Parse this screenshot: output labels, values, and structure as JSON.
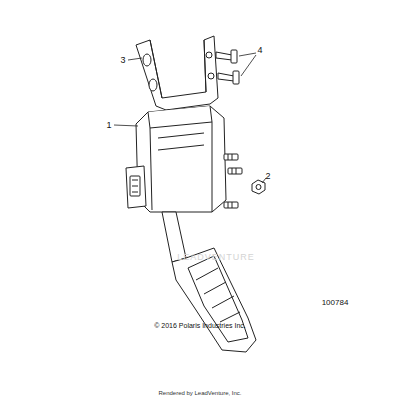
{
  "diagram": {
    "labels": [
      "3",
      "4",
      "1",
      "2",
      "LEADVENTURE",
      "100784",
      "© 2016 Polaris Industries Inc.",
      "Rendered by LeadVenture, Inc."
    ]
  }
}
